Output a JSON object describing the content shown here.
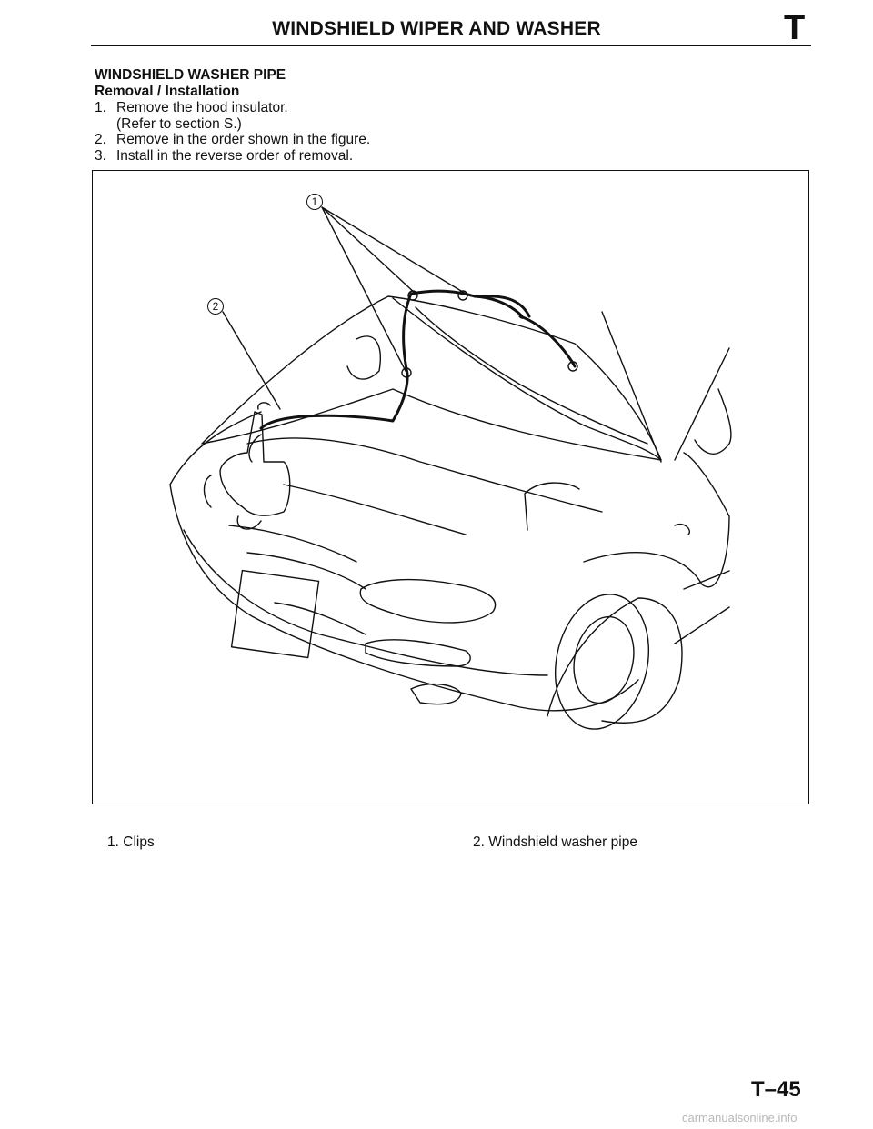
{
  "header": {
    "title": "WINDSHIELD WIPER AND WASHER",
    "section_letter": "T"
  },
  "section": {
    "title": "WINDSHIELD WASHER PIPE",
    "subtitle": "Removal / Installation",
    "steps": [
      {
        "num": "1.",
        "text": "Remove the hood insulator."
      },
      {
        "num": "",
        "text": "(Refer to section S.)"
      },
      {
        "num": "2.",
        "text": "Remove in the order shown in the figure."
      },
      {
        "num": "3.",
        "text": "Install in the reverse order of removal."
      }
    ]
  },
  "figure": {
    "callouts": [
      "1",
      "2"
    ]
  },
  "legend": [
    {
      "num": "1.",
      "label": "Clips"
    },
    {
      "num": "2.",
      "label": "Windshield washer pipe"
    }
  ],
  "footer": {
    "page_number": "T–45",
    "watermark": "carmanualsonline.info"
  }
}
